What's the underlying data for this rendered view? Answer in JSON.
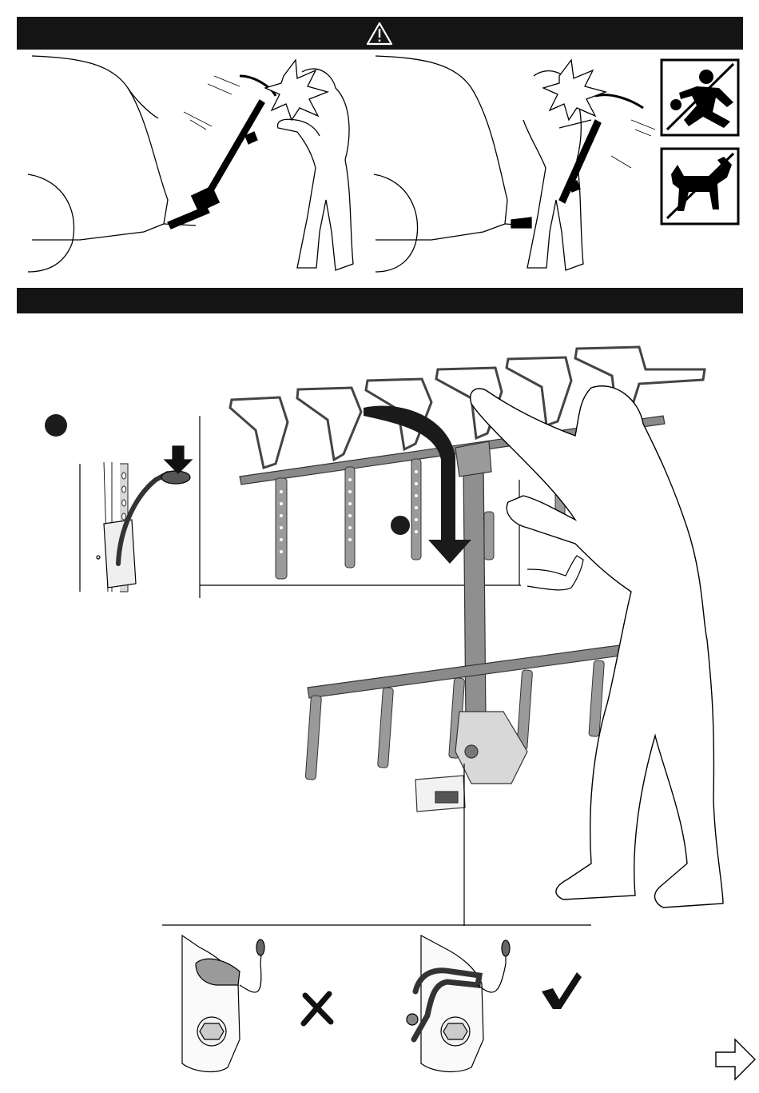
{
  "warning_banner": {
    "icon": "warning-triangle-icon"
  },
  "step_banner": {
    "icon": "none"
  },
  "pictograms": [
    {
      "name": "no-children-icon",
      "meaning": "no-children"
    },
    {
      "name": "no-pets-icon",
      "meaning": "no-pets"
    }
  ],
  "step_markers": [
    {
      "name": "step-marker-1",
      "style": "filled-circle"
    },
    {
      "name": "step-marker-2",
      "style": "filled-circle"
    }
  ],
  "result_marks": [
    {
      "name": "incorrect-mark-icon",
      "meaning": "incorrect"
    },
    {
      "name": "correct-mark-icon",
      "meaning": "correct"
    }
  ],
  "navigation": {
    "next": "next-page-arrow-icon"
  },
  "colors": {
    "banner": "#141414",
    "line": "#000000",
    "rack": "#8a8a8a",
    "paper": "#ffffff"
  }
}
